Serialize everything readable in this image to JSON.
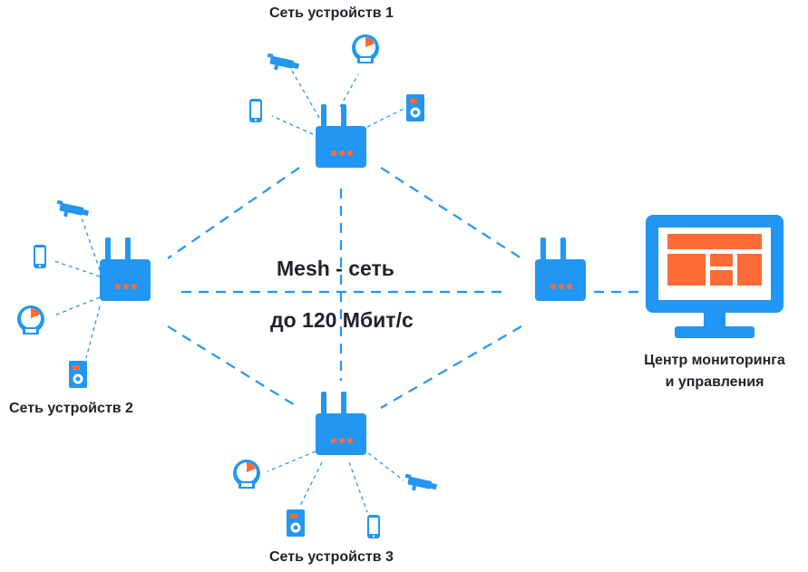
{
  "labels": {
    "group1": "Сеть устройств 1",
    "group2": "Сеть устройств 2",
    "group3": "Сеть устройств 3",
    "mesh": "Mesh - сеть",
    "speed": "до 120 Мбит/с",
    "monitor_line1": "Центр мониторинга",
    "monitor_line2": "и управления"
  },
  "colors": {
    "primary_blue": "#2196f3",
    "accent_orange": "#ff6b35",
    "dashed_line": "#2196f3",
    "text": "#1f2328"
  },
  "icons": {
    "router": "router-icon",
    "camera": "camera-icon",
    "phone": "phone-icon",
    "meter": "meter-icon",
    "device_panel": "device-panel-icon",
    "monitor": "monitor-icon"
  }
}
